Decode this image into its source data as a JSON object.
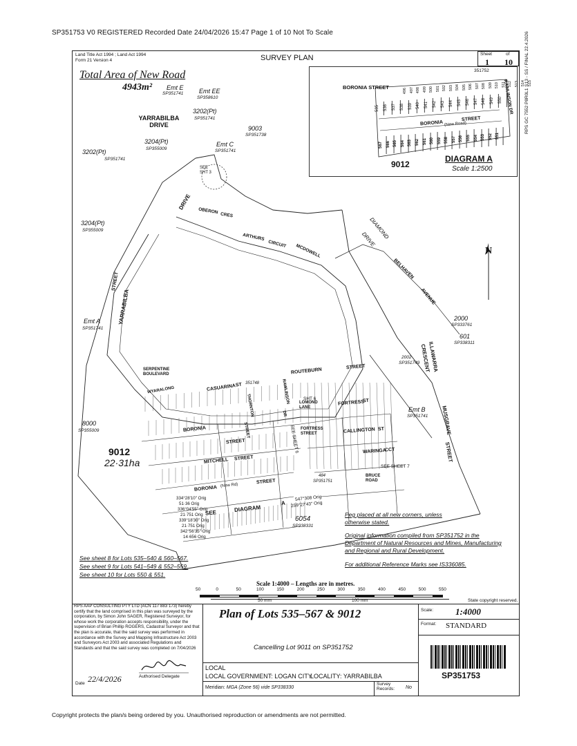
{
  "header": {
    "text": "SP351753 V0 REGISTERED Recorded Date 24/04/2026 15:47 Page 1 of 10  Not To Scale"
  },
  "footer": {
    "text": "Copyright protects the plan/s being ordered by you.  Unauthorised reproduction or amendments are not permitted."
  },
  "form": {
    "act": "Land Title Act 1994 ;  Land Act 1994",
    "form_name": "Form 21 Version 4",
    "plan_type": "SURVEY PLAN",
    "sheet_label": "Sheet",
    "sheet_no": "1",
    "of_label": "of",
    "sheet_total": "10",
    "side_ref": "RPS GC 7552 P8R0L1 S13 - SS / FINAL 22.4.2026"
  },
  "area": {
    "title": "Total Area of New Road",
    "value": "4943m²"
  },
  "diagram_a": {
    "title": "DIAGRAM A",
    "scale": "Scale 1:2500",
    "lot": "9012",
    "plan": "351752",
    "streets": [
      "BORONIA STREET",
      "BORONIA",
      "STREET",
      "(New Road)",
      "RAWLINSON DR"
    ],
    "top_lots": [
      "496",
      "497",
      "498",
      "499",
      "500",
      "501",
      "502",
      "503",
      "504",
      "505",
      "506",
      "507",
      "508",
      "509",
      "510",
      "511",
      "512",
      "513",
      "514",
      "515"
    ],
    "row_lots": [
      "535",
      "536",
      "537",
      "538",
      "539",
      "540",
      "541",
      "542",
      "543",
      "544",
      "545",
      "546",
      "547",
      "548",
      "549",
      "550"
    ],
    "bottom_lots": [
      "567",
      "566",
      "565",
      "564",
      "563",
      "562",
      "561",
      "560",
      "559",
      "558",
      "557",
      "556",
      "555",
      "554",
      "553",
      "552",
      "551"
    ]
  },
  "map_labels": {
    "emt_e": "Emt E",
    "emt_e_sp": "SP351741",
    "emt_ee": "Emt EE",
    "emt_ee_sp": "SP358610",
    "lot_3202pt_top": "3202(Pt)",
    "lot_3202pt_top_sp": "SP351741",
    "yarrabilba_drive": "YARRABILBA DRIVE",
    "lot_9003": "9003",
    "lot_9003_sp": "SP351738",
    "lot_3204pt": "3204(Pt)",
    "lot_3204pt_sp": "SP355009",
    "emt_c": "Emt C",
    "emt_c_sp": "SP351741",
    "lot_3202pt_left": "3202(Pt)",
    "lot_3202pt_left_sp": "SP351741",
    "see_sht3": "SEE SHT 3",
    "lot_3204pt_2": "3204(Pt)",
    "lot_3204pt_2_sp": "SP355009",
    "drive": "DRIVE",
    "oberon": "OBERON",
    "cres": "CRES",
    "arthurs": "ARTHURS",
    "circuit": "CIRCUIT",
    "mcdowell": "MCDOWELL",
    "diamond": "DIAMOND",
    "drive2": "DRIVE",
    "belhaven": "BELHAVEN",
    "avenue": "AVENUE",
    "yarrabilba": "YARRABILBA",
    "street": "STREET",
    "emt_a": "Emt A",
    "emt_a_sp": "SP351741",
    "lot_2000": "2000",
    "lot_2000_sp": "SP333761",
    "lot_601": "601",
    "lot_601_sp": "SP338311",
    "illawarra": "ILLAWARRA",
    "crescent": "CRESCENT",
    "lot_2002": "2002",
    "lot_2002_sp": "SP351749",
    "serpentine": "SERPENTINE BOULEVARD",
    "wyaralong": "WYARALONG",
    "casuarina": "CASUARINA",
    "st": "ST",
    "casuarina_sp": "351748",
    "routeburn": "ROUTEBURN",
    "street2": "STREET",
    "rawlinson": "RAWLINSON",
    "drive3": "DR",
    "thornton": "THORNTON",
    "street3": "STREET",
    "lomond_lane": "LOMOND LANE",
    "fortress_street": "FORTRESS STREET",
    "fortress": "FORTRESS",
    "st2": "ST",
    "callington": "CALLINGTON",
    "st3": "ST",
    "waringa": "WARINGA",
    "cct": "CCT",
    "bruce_road": "BRUCE ROAD",
    "emt_b": "Emt B",
    "emt_b_sp": "SP351741",
    "musgrave": "MUSGRAVE",
    "street4": "STREET",
    "lot_8000": "8000",
    "lot_8000_sp": "SP355009",
    "lot_9012": "9012",
    "lot_9012_area": "22·31ha",
    "boronia": "BORONIA",
    "street5": "STREET",
    "mitchell": "MITCHELL",
    "street6": "STREET",
    "boronia_new": "BORONIA",
    "new_road": "(New Rd)",
    "street7": "STREET",
    "see_diagram_a": "SEE",
    "diagram_a": "DIAGRAM",
    "diagram_a_letter": "A",
    "lot_6054": "6054",
    "lot_6054_sp": "SP338331",
    "lot_484": "484",
    "lot_484_sp": "SP351751",
    "see_sheet_6": "SEE SHEET 6",
    "see_sheet_7": "SEE SHEET 7",
    "sht_6": "SHT 6",
    "bearing_bottom": "547°308 Orig",
    "bearing_bottom2": "259°27'43\" Orig",
    "bearings_left": [
      "334°28'10\" Orig",
      "51·36 Orig",
      "336°04'55\" Orig",
      "21·751 Orig",
      "339°18'30\" Orig",
      "21·751 Orig",
      "342°56'35\" Orig",
      "14·656 Orig"
    ]
  },
  "notes": {
    "peg": "Peg placed at all new corners, unless otherwise stated.",
    "original": "Original information compiled from SP351752 in the Department of Natural Resources and Mines, Manufacturing and Regional and Rural Development.",
    "reference": "For additional Reference Marks see IS336085.",
    "see_sheet_8": "See sheet 8 for Lots 535–540 & 560–567.",
    "see_sheet_9": "See sheet 9 for Lots 541–549 & 552–559.",
    "see_sheet_10": "See sheet 10 for Lots 550 & 551."
  },
  "scale_bar": {
    "title": "Scale 1:4000 – Lengths are in metres.",
    "ticks": [
      "50",
      "0",
      "50",
      "100",
      "150",
      "200",
      "250",
      "300",
      "350",
      "400",
      "450",
      "500",
      "550"
    ],
    "mm_left": "50 mm",
    "mm_right": "100 mm",
    "copyright": "State copyright reserved."
  },
  "certificate": {
    "text": "RPS AAP CONSULTING PTY LTD (ACN 117 883 173) hereby certify that the land comprised in this plan was surveyed by the corporation, by Simon John SAGER, Registered Surveyor, for whose work the corporation accepts responsibility, under the supervision of Brian Phillip ROGERS, Cadastral Surveyor and that the plan is accurate, that the said survey was performed in accordance with the Survey and Mapping Infrastructure Act 2003 and Surveyors Act 2003 and associated Regulations and Standards and that the said survey was completed on 7/04/2026",
    "date_label": "Date",
    "date_value": "22/4/2026",
    "delegate": "Authorised Delegate"
  },
  "title_block": {
    "plan_title": "Plan of Lots 535–567 & 9012",
    "cancelling": "Cancelling Lot 9011 on SP351752",
    "local_gov_label": "LOCAL GOVERNMENT:",
    "local_gov_value": "LOGAN CITY",
    "locality_label": "LOCALITY:",
    "locality_value": "YARRABILBA",
    "meridian_label": "Meridian:",
    "meridian_value": "MGA (Zone 56) vide SP338330",
    "survey_records_label": "Survey Records:",
    "survey_records_value": "No",
    "scale_label": "Scale:",
    "scale_value": "1:4000",
    "format_label": "Format:",
    "format_value": "STANDARD",
    "plan_number": "SP351753"
  },
  "north": {
    "label": "N"
  }
}
